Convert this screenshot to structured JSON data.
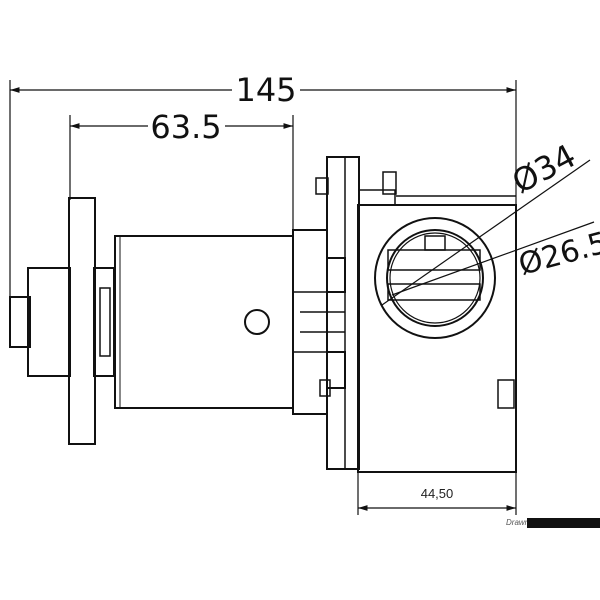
{
  "dimensions": {
    "overall_length": "145",
    "flange_to_body": "63.5",
    "port_outer_diameter": "Ø34",
    "port_inner_diameter": "Ø26.5",
    "body_width": "44,50"
  },
  "watermark": {
    "text": "Drawn"
  },
  "colors": {
    "line": "#111111",
    "background": "#ffffff",
    "watermark_bar": "#111111"
  }
}
